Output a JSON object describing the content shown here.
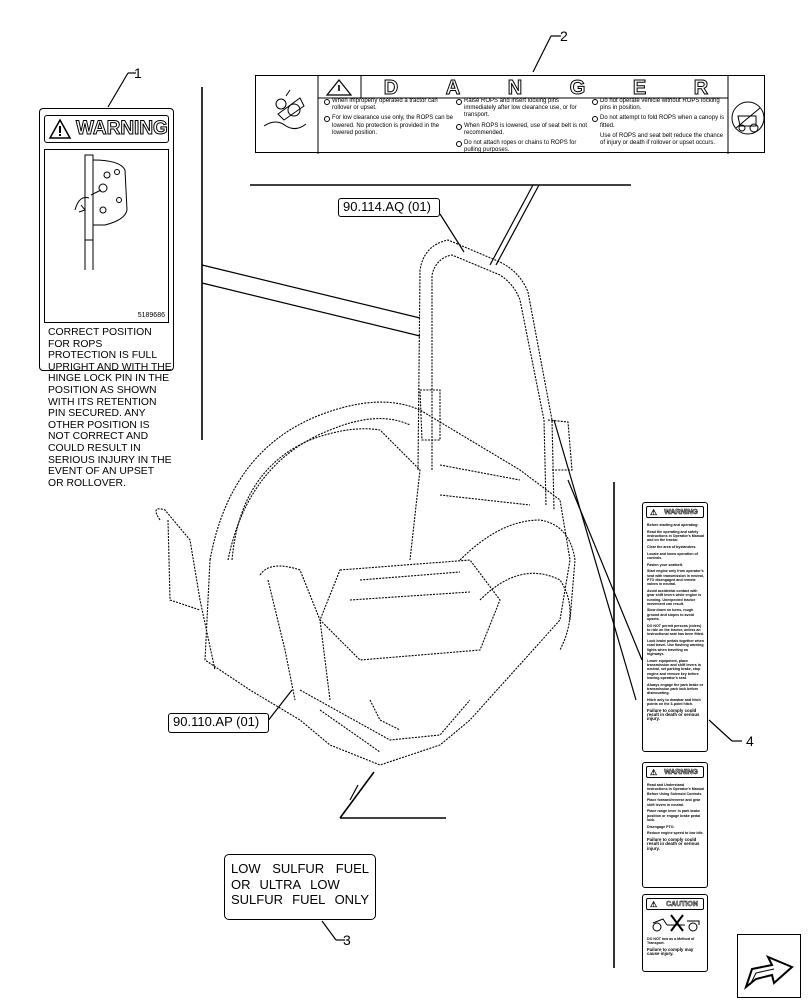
{
  "callouts": {
    "c1": "1",
    "c2": "2",
    "c3": "3",
    "c4": "4"
  },
  "refs": {
    "ref_top": "90.114.AQ (01)",
    "ref_bottom": "90.110.AP (01)"
  },
  "decal1": {
    "title": "WARNING",
    "code": "5189686",
    "text": "CORRECT POSITION FOR ROPS PROTECTION IS FULL UPRIGHT AND WITH THE HINGE LOCK PIN IN THE POSITION AS SHOWN WITH ITS RETENTION PIN SECURED. ANY OTHER POSITION IS NOT CORRECT AND COULD RESULT IN SERIOUS INJURY IN THE EVENT OF AN UPSET OR ROLLOVER."
  },
  "decal2": {
    "title_letters": [
      "D",
      "A",
      "N",
      "G",
      "E",
      "R"
    ],
    "col1": [
      "When improperly operated a tractor can rollover or upset.",
      "For low clearance use only, the ROPS can be lowered. No protection is provided in the lowered position."
    ],
    "col2": [
      "Raise ROPS and insert locking pins immediately after low clearance use, or for transport.",
      "When ROPS is lowered, use of seat belt is not recommended.",
      "Do not attach ropes or chains to ROPS for pulling purposes."
    ],
    "col3": [
      "Do not operate vehicle without ROPS locking pins in position.",
      "Do not attempt to fold ROPS when a canopy is fitted."
    ],
    "col3_note": "Use of ROPS and seat belt reduce the chance of injury or death if rollover or upset occurs."
  },
  "decal3": {
    "line1": [
      "LOW",
      "SULFUR",
      "FUEL"
    ],
    "line2": [
      "OR",
      "ULTRA",
      "LOW"
    ],
    "line3": [
      "SULFUR",
      "FUEL",
      "ONLY"
    ]
  },
  "decal4": {
    "panel1_title": "WARNING",
    "panel1_items": [
      "Before starting and operating:",
      "Read the operating and safety instructions in Operator's Manual and on the tractor.",
      "Clear the area of bystanders.",
      "Locate and know operation of controls.",
      "Fasten your seatbelt.",
      "Start engine only from operator's seat with transmission in neutral, PTO disengaged and remote valves in neutral.",
      "Avoid accidental contact with gear shift levers while engine is running. Unexpected tractor movement can result.",
      "Slow down on turns, rough ground and slopes to avoid upsets.",
      "DO NOT permit persons (riders) to ride on the tractor, unless an instructional seat has been fitted.",
      "Lock brake pedals together when road travel. Use flashing warning lights when traveling on highways.",
      "Lower equipment, place transmission and shift levers in neutral, set parking brake, stop engine and remove key before leaving operator's seat.",
      "Always engage the park brake or transmission park lock before dismounting.",
      "Hitch only to drawbar and hitch points on the 3-point hitch."
    ],
    "panel1_footer": "Failure to comply could result in death or serious injury.",
    "panel2_title": "WARNING",
    "panel2_items": [
      "Read and Understand Instructions in Operator's Manual Before Using Solenoid Controls.",
      "Place forward/reverse and gear shift levers in neutral.",
      "Place range lever in park brake position or engage brake pedal lock.",
      "Disengage PTO.",
      "Reduce engine speed to low idle."
    ],
    "panel2_footer": "Failure to comply could result in death or serious injury.",
    "panel3_title": "CAUTION",
    "panel3_items": [
      "DO NOT tow as a Method of Transport."
    ],
    "panel3_footer": "Failure to comply may cause injury."
  },
  "nav": {
    "icon": "next-page-arrow-icon"
  }
}
